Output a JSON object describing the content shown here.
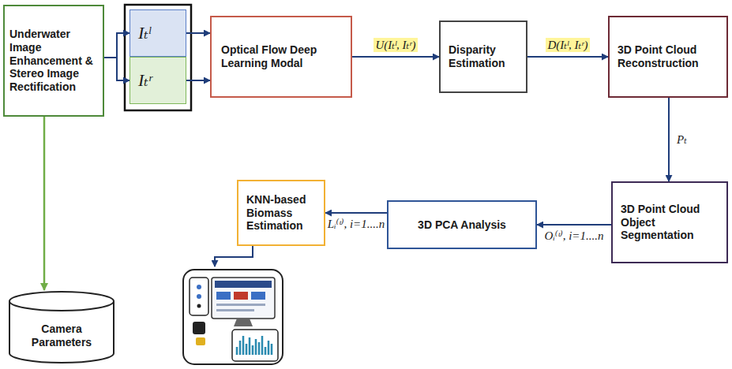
{
  "diagram": {
    "nodes": [
      {
        "text": [
          "Underwater Image Enhancement & Stereo Image Rectification"
        ]
      },
      {
        "text": [
          "Iₜˡ"
        ]
      },
      {
        "text": [
          "Iₜʳ"
        ]
      },
      {
        "text": [
          "Optical Flow Deep Learning Modal"
        ]
      },
      {
        "text": [
          "Disparity Estimation"
        ]
      },
      {
        "text": [
          "3D Point Cloud Reconstruction"
        ]
      },
      {
        "text": [
          "3D Point Cloud Object Segmentation"
        ]
      },
      {
        "text": [
          "3D PCA Analysis"
        ]
      },
      {
        "text": [
          "KNN-based Biomass Estimation"
        ]
      },
      {
        "text": [
          "Camera Parameters"
        ]
      }
    ],
    "edges": [
      {
        "from": 0,
        "to": 1,
        "arrow": "to"
      },
      {
        "from": 0,
        "to": 2,
        "arrow": "to"
      },
      {
        "from": 1,
        "to": 3,
        "arrow": "to"
      },
      {
        "from": 2,
        "to": 3,
        "arrow": "to"
      },
      {
        "from": 3,
        "to": 4,
        "label": "U(Iₜˡ, Iₜʳ)",
        "arrow": "to"
      },
      {
        "from": 4,
        "to": 5,
        "label": "D(Iₜˡ, Iₜʳ)",
        "arrow": "to"
      },
      {
        "from": 5,
        "to": 6,
        "label": "Pₜ",
        "arrow": "to"
      },
      {
        "from": 6,
        "to": 7,
        "label": "Oᵢ⁽ᵗ⁾, i=1....n",
        "arrow": "to"
      },
      {
        "from": 7,
        "to": 8,
        "label": "Lᵢ⁽ᵗ⁾, i=1....n",
        "arrow": "to"
      },
      {
        "from": 0,
        "to": 9,
        "arrow": "to"
      }
    ]
  }
}
